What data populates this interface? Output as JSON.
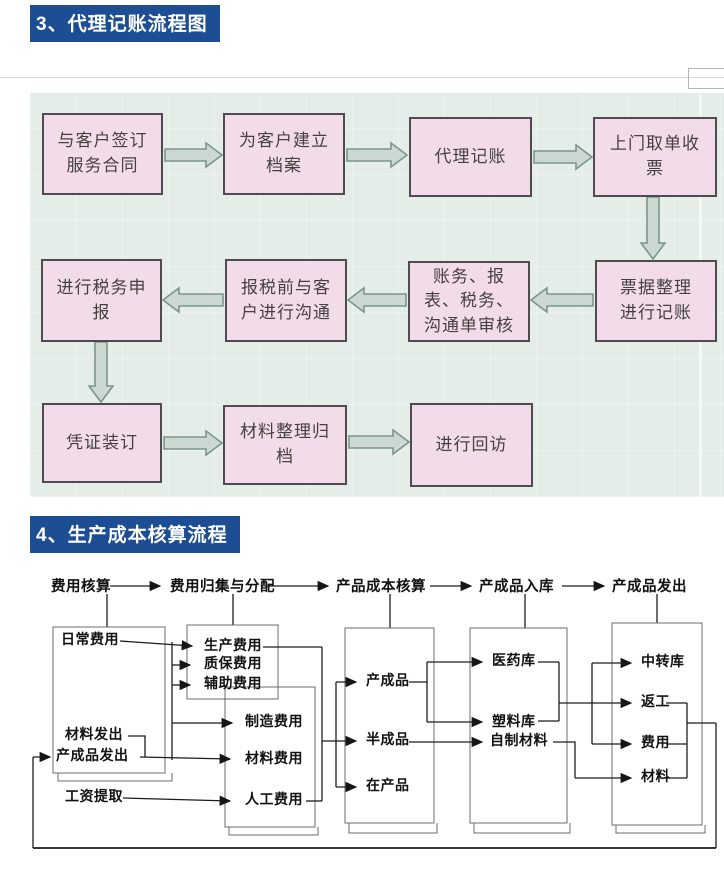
{
  "titles": {
    "section3": "3、代理记账流程图",
    "section4": "4、生产成本核算流程"
  },
  "flow1": {
    "boxes": {
      "sign_contract": "与客户签订\n服务合同",
      "create_file": "为客户建立\n档案",
      "agency_bookkeeping": "代理记账",
      "collect_invoices": "上门取单收\n票",
      "tax_declaration": "进行税务申\n报",
      "pre_tax_communication": "报税前与客\n户进行沟通",
      "document_review": "账务、报\n表、税务、\n沟通单审核",
      "sort_and_book": "票据整理\n进行记账",
      "voucher_binding": "凭证装订",
      "material_archiving": "材料整理归\n档",
      "follow_up_visit": "进行回访"
    }
  },
  "flow2": {
    "headers": [
      "费用核算",
      "费用归集与分配",
      "产品成本核算",
      "产成品入库",
      "产成品发出"
    ],
    "col1": [
      "日常费用",
      "材料发出",
      "产成品发出",
      "工资提取"
    ],
    "col2": [
      "生产费用",
      "质保费用",
      "辅助费用",
      "制造费用",
      "材料费用",
      "人工费用"
    ],
    "col3": [
      "产成品",
      "半成品",
      "在产品"
    ],
    "col4": [
      "医药库",
      "塑料库",
      "自制材料"
    ],
    "col5": [
      "中转库",
      "返工",
      "费用",
      "材料"
    ]
  },
  "colors": {
    "title_bg": "#1d4d92",
    "title_text": "#ffffff",
    "pink_box_fill": "#f3dce9",
    "pink_box_border": "#4f4b4f",
    "block_arrow_fill": "#ccd8d2",
    "block_arrow_stroke": "#7b968e",
    "flow1_background": "#e5ede9",
    "flow2_line": "#1c1c1c"
  }
}
